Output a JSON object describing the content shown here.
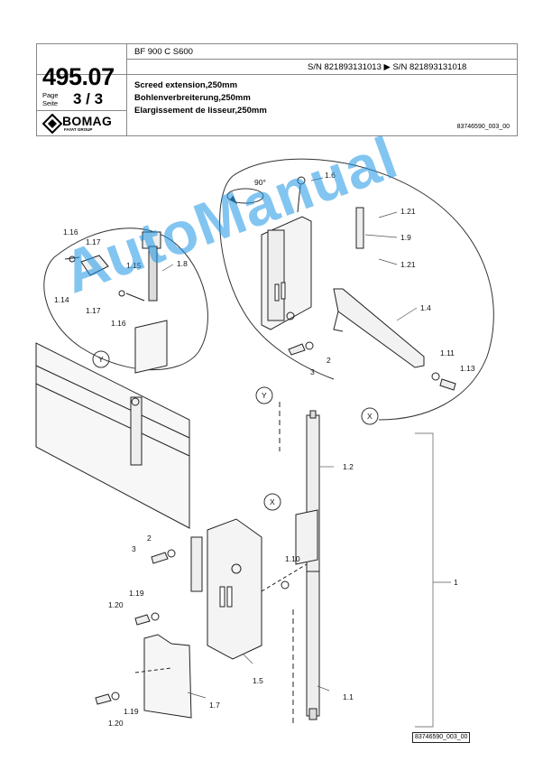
{
  "header": {
    "model": "BF 900 C S600",
    "doc_number": "495.07",
    "page_label_1": "Page",
    "page_label_2": "Seite",
    "page_value": "3 / 3",
    "serial_range": "S/N 821893131013  ▶  S/N 821893131018",
    "title_en": "Screed extension,250mm",
    "title_de": "Bohlenverbreiterung,250mm",
    "title_fr": "Elargissement de lisseur,250mm",
    "drawing_ref": "83746590_003_00",
    "logo_text": "BOMAG",
    "logo_sub": "FAYAT GROUP"
  },
  "drawing": {
    "rotation": "90°",
    "labels": {
      "l_1_6": "1.6",
      "l_1_21a": "1.21",
      "l_1_9": "1.9",
      "l_1_21b": "1.21",
      "l_1_4": "1.4",
      "l_1_11": "1.11",
      "l_1_13": "1.13",
      "l_2a": "2",
      "l_3a": "3",
      "l_1_16a": "1.16",
      "l_1_17a": "1.17",
      "l_1_15": "1.15",
      "l_1_8": "1.8",
      "l_1_14": "1.14",
      "l_1_17b": "1.17",
      "l_1_16b": "1.16",
      "l_y1": "Y",
      "l_y2": "Y",
      "l_x1": "X",
      "l_x2": "X",
      "l_1_2": "1.2",
      "l_1": "1",
      "l_2b": "2",
      "l_3b": "3",
      "l_1_10": "1.10",
      "l_1_19a": "1.19",
      "l_1_20a": "1.20",
      "l_1_5": "1.5",
      "l_1_7": "1.7",
      "l_1_1": "1.1",
      "l_1_19b": "1.19",
      "l_1_20b": "1.20"
    },
    "bottom_ref": "83746590_003_00"
  },
  "watermark": "AutoManual"
}
